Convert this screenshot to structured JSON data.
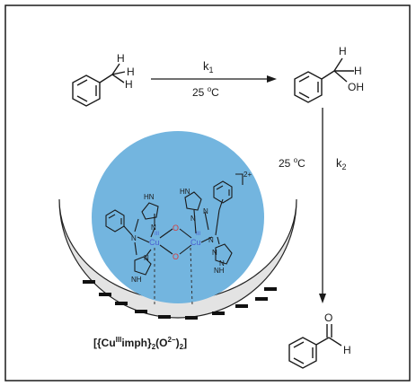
{
  "reaction": {
    "k1_label": "k",
    "k1_sub": "1",
    "temp1_value": "25 ",
    "temp1_deg": "o",
    "temp1_unit": "C",
    "k2_label": "k",
    "k2_sub": "2",
    "temp2_value": "25 ",
    "temp2_deg": "o",
    "temp2_unit": "C"
  },
  "toluene": {
    "h_top": "H",
    "h_right": "H",
    "h_bottom": "H"
  },
  "benzyl_alcohol": {
    "h_top": "H",
    "h_mid": "H",
    "oh": "OH"
  },
  "benzaldehyde": {
    "o": "O",
    "h": "H"
  },
  "complex": {
    "charge": "2+",
    "cu_left": "Cu",
    "cu_left_ox": "III",
    "cu_right": "Cu",
    "cu_right_ox": "III",
    "bridge_o_top": "O",
    "bridge_o_bottom": "O",
    "n_a": "N",
    "hn_a": "HN",
    "n_b": "N",
    "n_c": "N",
    "nh_c": "NH",
    "n_d": "N",
    "hn_d": "HN",
    "n_e": "N",
    "n_f": "N",
    "nh_f": "NH",
    "n_amine_left": "N",
    "n_amine_right": "N"
  },
  "formula": {
    "p1": "[{Cu",
    "sup1": "III",
    "p2": "imph}",
    "sub1": "2",
    "p3": "(O",
    "sup2": "2−",
    "p4": ")",
    "sub2": "2",
    "p5": "]"
  },
  "colors": {
    "sphere": "#73b5df",
    "bowl": "#e3e3e3",
    "complex_atom": "#4a5fd0",
    "oxygen": "#d63b3b"
  }
}
